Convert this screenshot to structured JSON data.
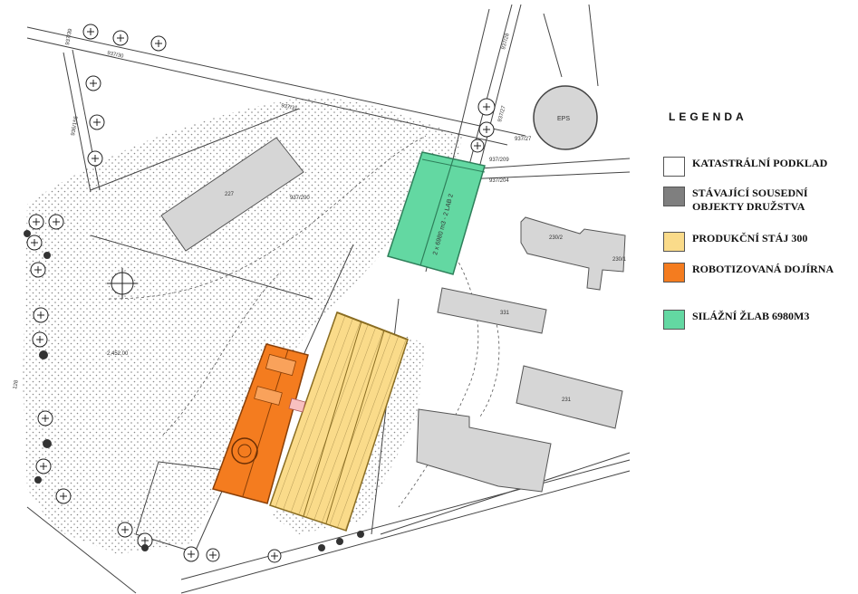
{
  "map": {
    "parcel_labels": [
      "937/30",
      "937/31",
      "937/28",
      "937/27",
      "937/209",
      "937/204",
      "937/27",
      "936/156",
      "937/39",
      "937/200",
      "EPS",
      "227",
      "230/1",
      "230/2",
      "331",
      "231",
      "2,452,00",
      "128"
    ],
    "silage_label": "2 x 6980 m3 - 2 LAB 2"
  },
  "legend": {
    "title": "LEGENDA",
    "items": [
      {
        "label": "KATASTRÁLNÍ PODKLAD",
        "label2": "",
        "color": "#ffffff"
      },
      {
        "label": "STÁVAJÍCÍ SOUSEDNÍ",
        "label2": "OBJEKTY DRUŽSTVA",
        "color": "#7f7f7f"
      },
      {
        "label": "PRODUKČNÍ STÁJ 300",
        "label2": "",
        "color": "#fadb8a"
      },
      {
        "label": "ROBOTIZOVANÁ DOJÍRNA",
        "label2": "",
        "color": "#f47c1f"
      },
      {
        "label": "SILÁŽNÍ ŽLAB 6980M3",
        "label2": "",
        "color": "#63d8a2"
      }
    ]
  },
  "colors": {
    "existing_buildings": "#d6d6d6",
    "barn": "#fadb8a",
    "milking": "#f47c1f",
    "silage": "#63d8a2",
    "stipple": "#9a9a9a"
  }
}
